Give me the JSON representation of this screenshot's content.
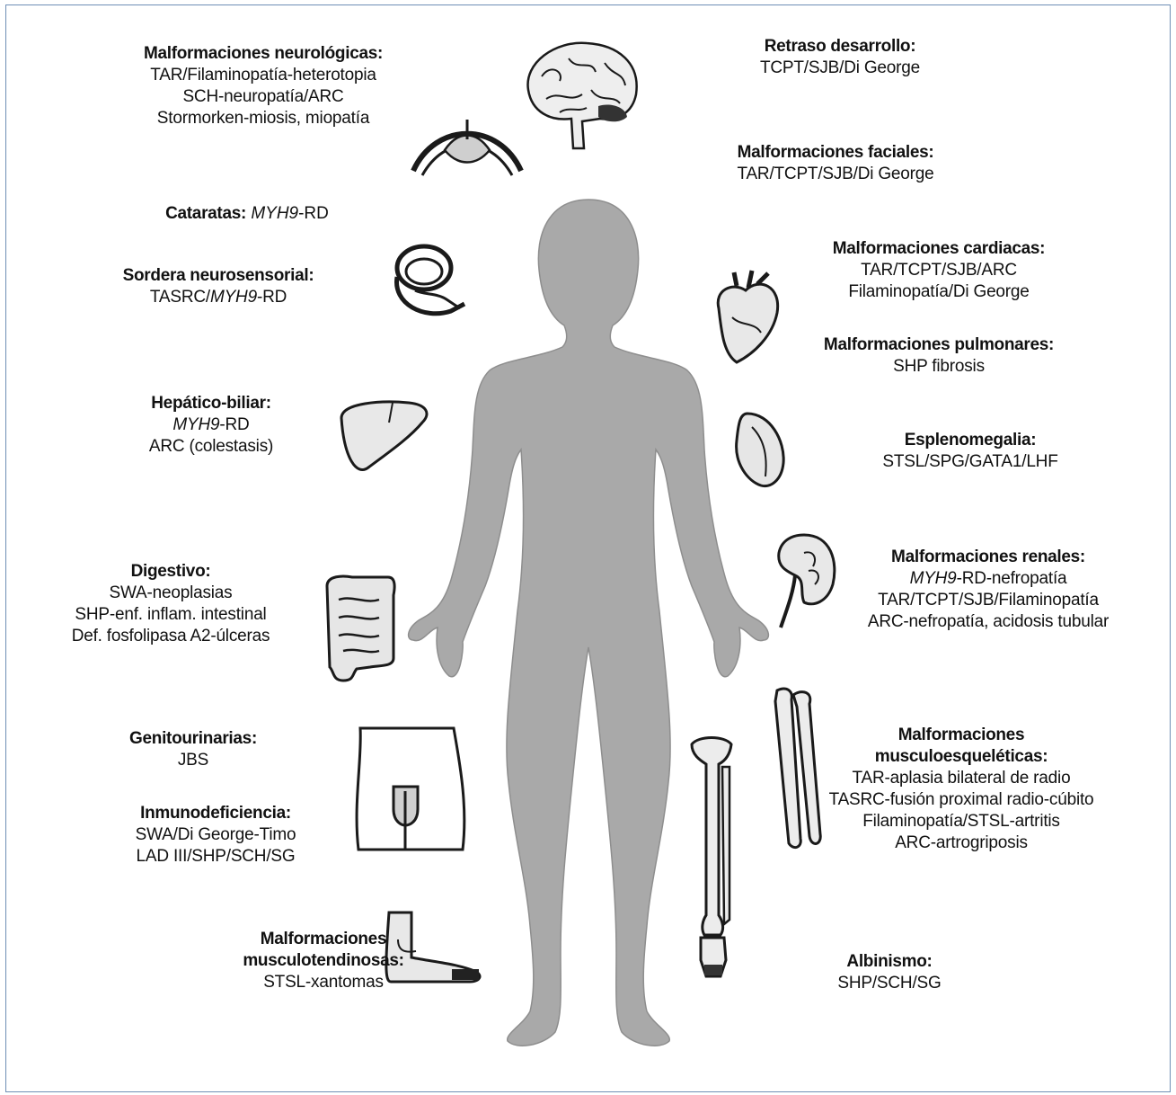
{
  "labels": [
    {
      "id": "neuro",
      "title": "Malformaciones neurológicas:",
      "lines": [
        "TAR/Filaminopatía-heterotopia",
        "SCH-neuropatía/ARC",
        "Stormorken-miosis, miopatía"
      ]
    },
    {
      "id": "cataratas",
      "title": "Cataratas:",
      "title_rest": "-RD",
      "title_italic": "MYH9",
      "lines": []
    },
    {
      "id": "sordera",
      "title": "Sordera neurosensorial:",
      "lines": [
        "TASRC/|MYH9|-RD"
      ]
    },
    {
      "id": "hepatico",
      "title": "Hepático-biliar:",
      "lines": [
        "|MYH9|-RD",
        "ARC (colestasis)"
      ]
    },
    {
      "id": "digestivo",
      "title": "Digestivo:",
      "lines": [
        "SWA-neoplasias",
        "SHP-enf. inflam. intestinal",
        "Def. fosfolipasa A2-úlceras"
      ]
    },
    {
      "id": "genito",
      "title": "Genitourinarias:",
      "lines": [
        "JBS"
      ]
    },
    {
      "id": "inmuno",
      "title": "Inmunodeficiencia:",
      "lines": [
        "SWA/Di George-Timo",
        "LAD III/SHP/SCH/SG"
      ]
    },
    {
      "id": "tendinosas",
      "title": "Malformaciones\nmusculotendinosas:",
      "lines": [
        "STSL-xantomas"
      ]
    },
    {
      "id": "retraso",
      "title": "Retraso desarrollo:",
      "lines": [
        "TCPT/SJB/Di George"
      ]
    },
    {
      "id": "faciales",
      "title": "Malformaciones faciales:",
      "lines": [
        "TAR/TCPT/SJB/Di George"
      ]
    },
    {
      "id": "cardiacas",
      "title": "Malformaciones cardiacas:",
      "lines": [
        "TAR/TCPT/SJB/ARC",
        "Filaminopatía/Di George"
      ]
    },
    {
      "id": "pulmonares",
      "title": "Malformaciones pulmonares:",
      "lines": [
        "SHP fibrosis"
      ]
    },
    {
      "id": "espleno",
      "title": "Esplenomegalia:",
      "lines": [
        "STSL/SPG/GATA1/LHF"
      ]
    },
    {
      "id": "renales",
      "title": "Malformaciones renales:",
      "lines": [
        "|MYH9|-RD-nefropatía",
        "TAR/TCPT/SJB/Filaminopatía",
        "ARC-nefropatía, acidosis tubular"
      ]
    },
    {
      "id": "esqueleticas",
      "title": "Malformaciones\nmusculoesqueléticas:",
      "lines": [
        "TAR-aplasia bilateral de radio",
        "TASRC-fusión proximal radio-cúbito",
        "Filaminopatía/STSL-artritis",
        "ARC-artrogriposis"
      ]
    },
    {
      "id": "albinismo",
      "title": "Albinismo:",
      "lines": [
        "SHP/SCH/SG"
      ]
    }
  ],
  "colors": {
    "body": "#a9a9a9",
    "body_edge": "#8e8e8e",
    "organ_fill": "#e6e6e6",
    "organ_stroke": "#1a1a1a",
    "border": "#6f8fb5"
  }
}
